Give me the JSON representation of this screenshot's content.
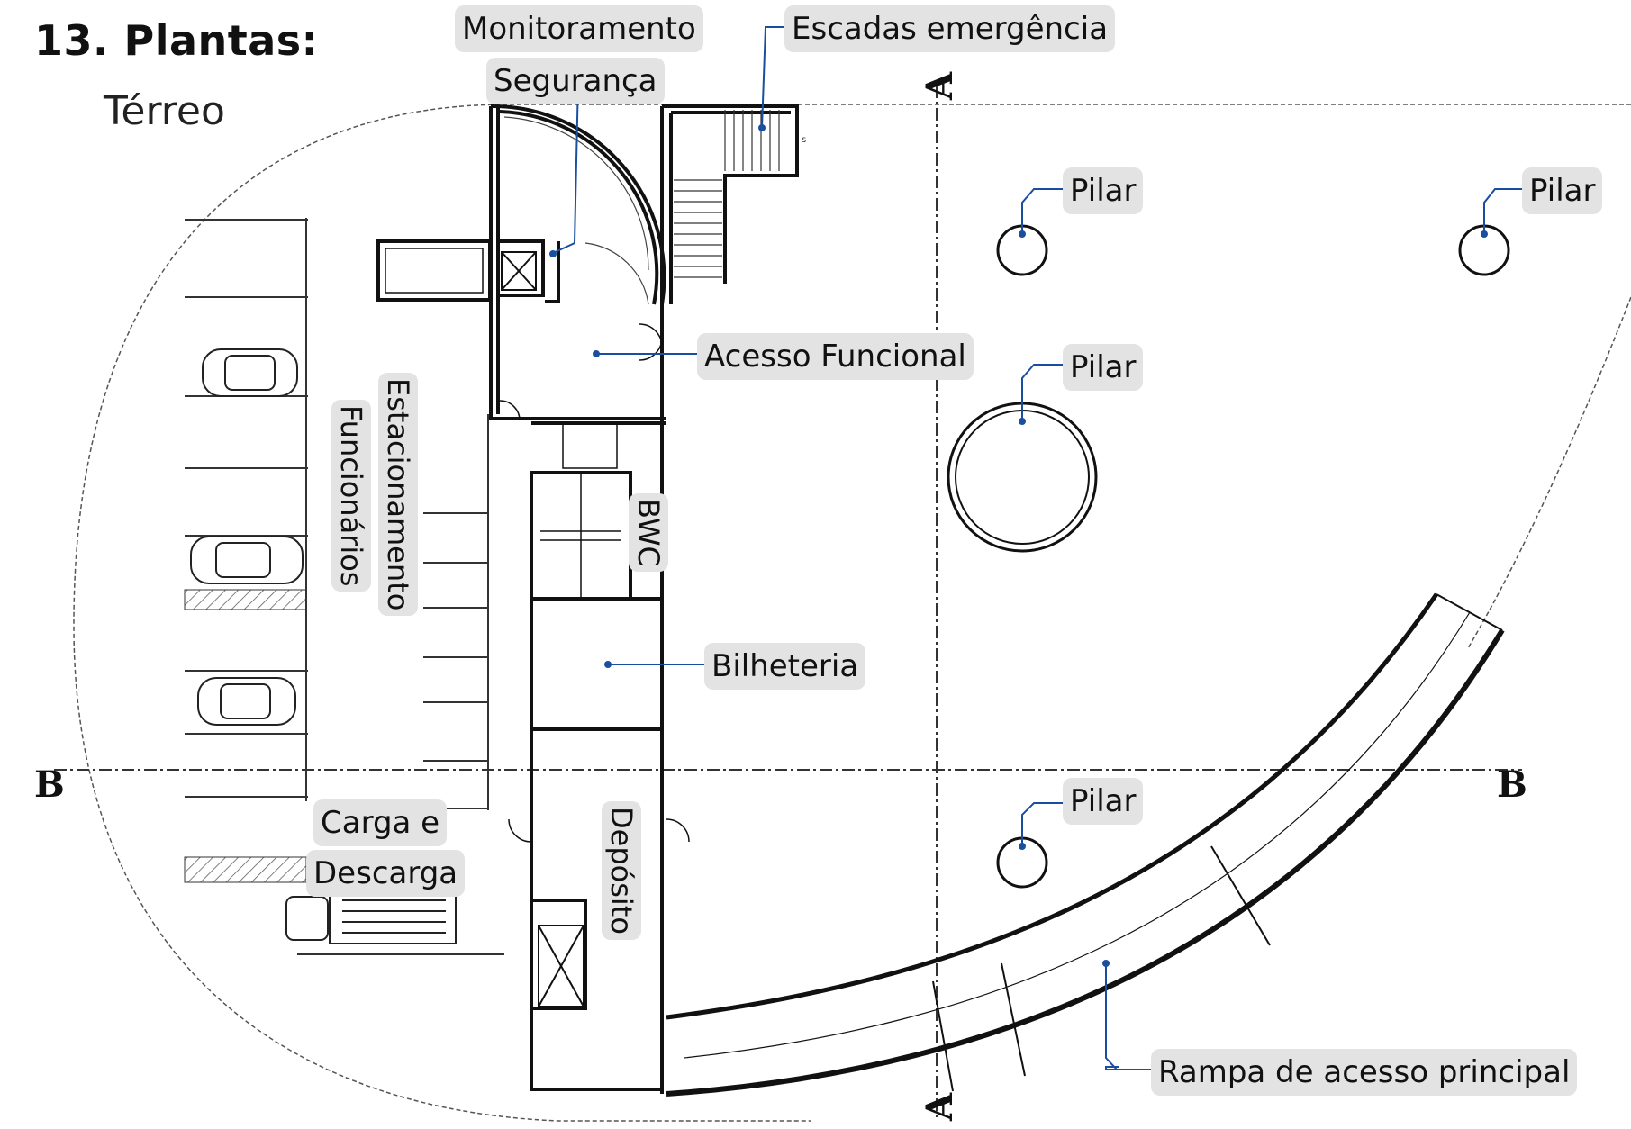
{
  "heading": {
    "title": "13. Plantas:",
    "subtitle": "Térreo"
  },
  "labels": {
    "monitoramento": "Monitoramento",
    "seguranca": "Segurança",
    "escadas": "Escadas emergência",
    "pilar_1": "Pilar",
    "pilar_2": "Pilar",
    "pilar_3": "Pilar",
    "pilar_4": "Pilar",
    "acesso_funcional": "Acesso Funcional",
    "estacionamento": "Estacionamento",
    "funcionarios": "Funcionários",
    "bwc": "BWC",
    "bilheteria": "Bilheteria",
    "carga_e": "Carga e",
    "descarga": "Descarga",
    "deposito": "Depósito",
    "rampa": "Rampa de acesso principal"
  },
  "section_marks": {
    "a_top": "A",
    "a_bottom": "A",
    "b_left": "B",
    "b_right": "B",
    "stair_mark": "s"
  },
  "colors": {
    "leader": "#1a4fa0",
    "line": "#111111",
    "label_bg": "#e3e3e3"
  }
}
